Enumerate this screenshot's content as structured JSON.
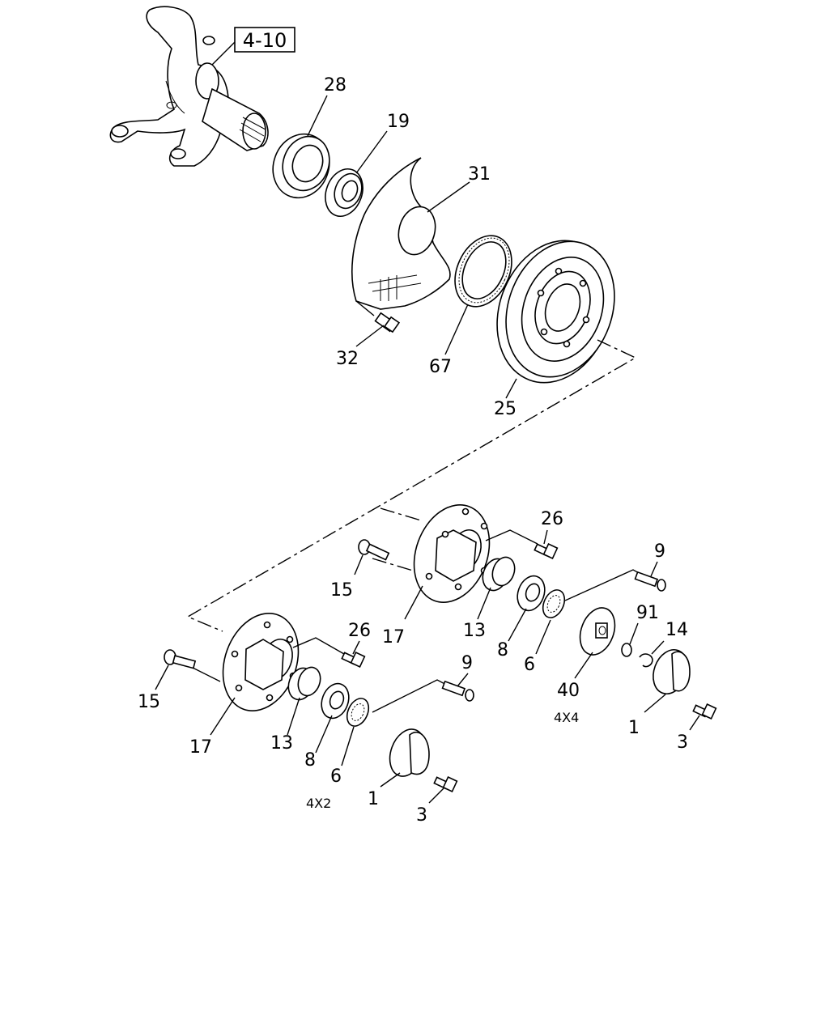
{
  "diagram": {
    "reference_box": "4-10",
    "part_numbers": {
      "p28": "28",
      "p19": "19",
      "p31": "31",
      "p32": "32",
      "p67": "67",
      "p25": "25",
      "p26a": "26",
      "p9a": "9",
      "p15a": "15",
      "p17a": "17",
      "p13a": "13",
      "p8a": "8",
      "p6a": "6",
      "p91": "91",
      "p14": "14",
      "p40": "40",
      "p1a": "1",
      "p3a": "3",
      "p26b": "26",
      "p9b": "9",
      "p15b": "15",
      "p17b": "17",
      "p13b": "13",
      "p8b": "8",
      "p6b": "6",
      "p1b": "1",
      "p3b": "3"
    },
    "variants": {
      "v4x4": "4X4",
      "v4x2": "4X2"
    }
  }
}
